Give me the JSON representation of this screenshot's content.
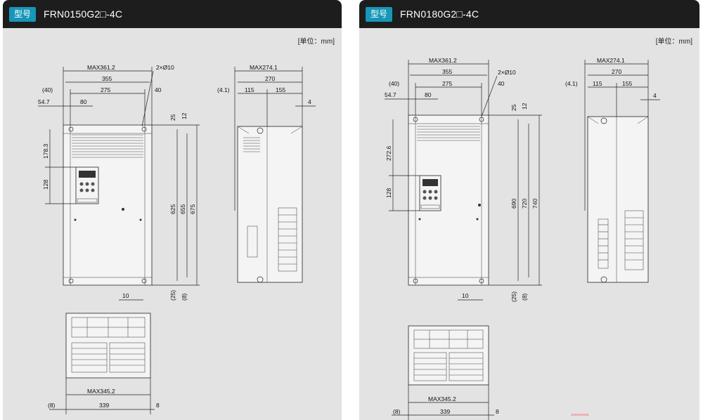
{
  "unit_note": "[单位：mm]",
  "panels": [
    {
      "badge": "型号",
      "model": "FRN0150G2□-4C",
      "front": {
        "max_width": "MAX361.2",
        "width": "355",
        "hole_pitch": "275",
        "left_offset": "(40)",
        "right_offset": "40",
        "left_edge": "54.7",
        "keypad_offset": "80",
        "hole_spec": "2×Ø10",
        "keypad_top": "178.3",
        "keypad_height": "128",
        "top_25": "25",
        "top_12": "12",
        "height_inner": "625",
        "height_mid": "655",
        "height_total": "675",
        "bottom_25": "(25)",
        "bottom_8": "(8)",
        "foot_10": "10"
      },
      "side": {
        "max_depth": "MAX274.1",
        "depth": "270",
        "left_offset": "(4.1)",
        "seg_a": "115",
        "seg_b": "155",
        "flange": "4"
      },
      "bottom": {
        "max_width": "MAX345.2",
        "width": "339",
        "left_offset": "(8)",
        "right_offset": "8"
      }
    },
    {
      "badge": "型号",
      "model": "FRN0180G2□-4C",
      "front": {
        "max_width": "MAX361.2",
        "width": "355",
        "hole_pitch": "275",
        "left_offset": "(40)",
        "right_offset": "40",
        "left_edge": "54.7",
        "keypad_offset": "80",
        "hole_spec": "2×Ø10",
        "keypad_top": "272.6",
        "keypad_height": "128",
        "top_25": "25",
        "top_12": "12",
        "height_inner": "690",
        "height_mid": "720",
        "height_total": "740",
        "bottom_25": "(25)",
        "bottom_8": "(8)",
        "foot_10": "10"
      },
      "side": {
        "max_depth": "MAX274.1",
        "depth": "270",
        "left_offset": "(4.1)",
        "seg_a": "115",
        "seg_b": "155",
        "flange": "4"
      },
      "bottom": {
        "max_width": "MAX345.2",
        "width": "339",
        "left_offset": "(8)",
        "right_offset": "8"
      }
    }
  ]
}
